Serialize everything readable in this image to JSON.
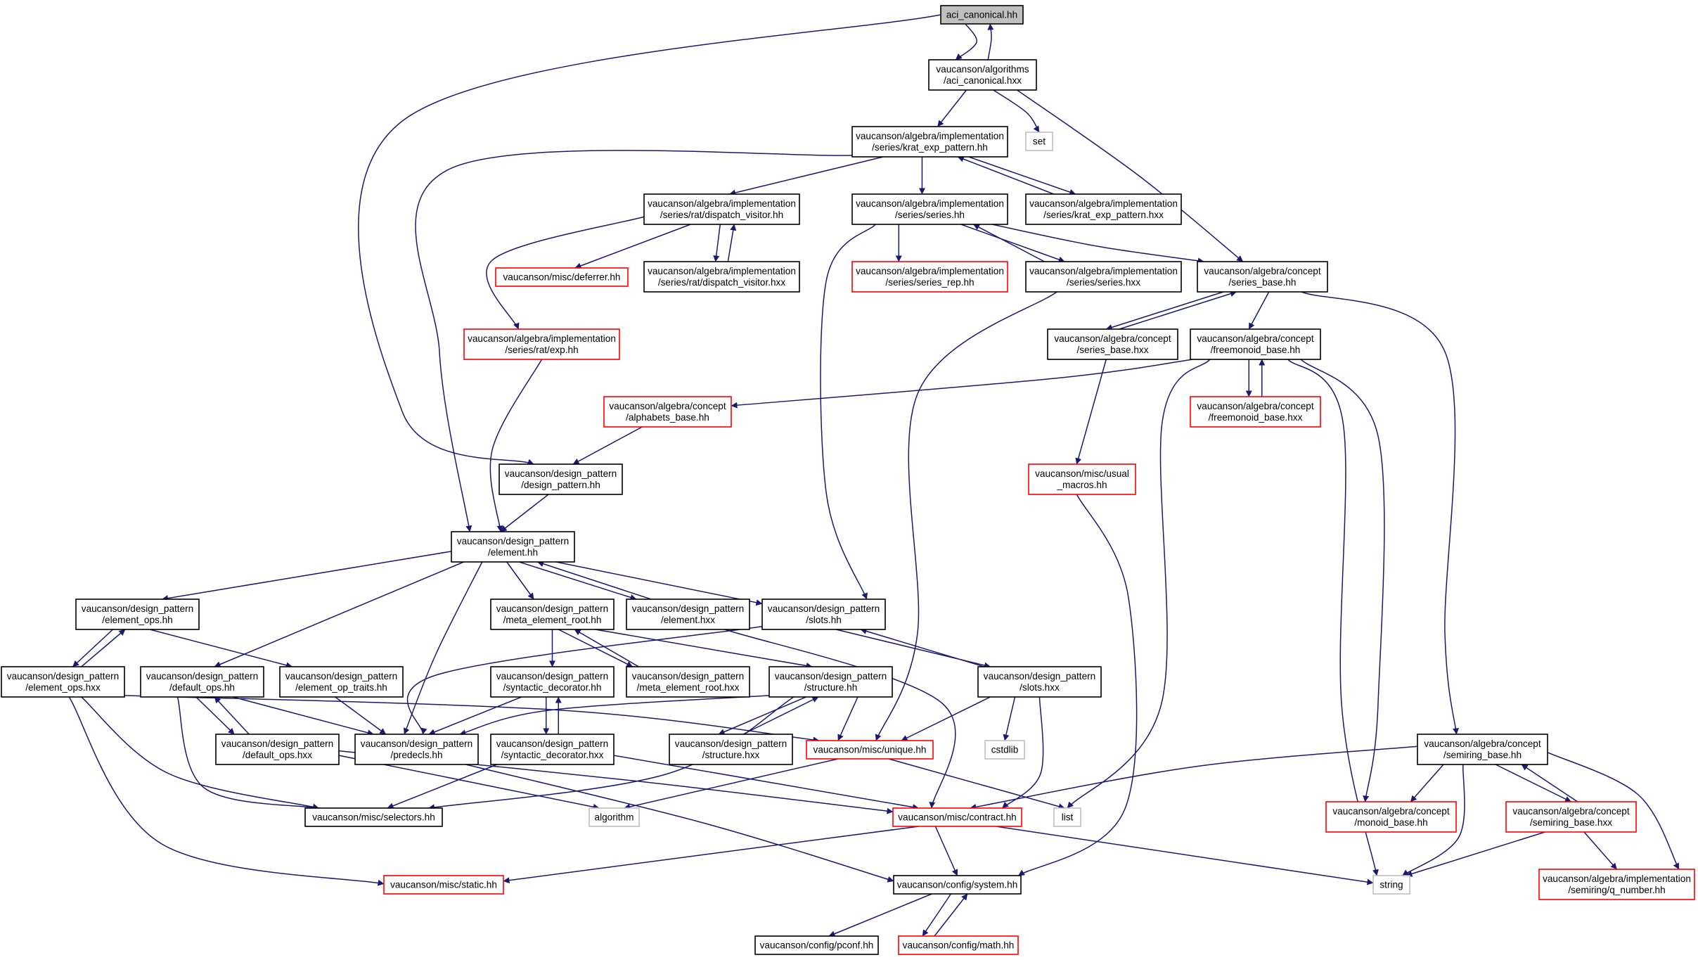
{
  "colors": {
    "edge": "#191970",
    "border_documented": "#000000",
    "border_undocumented": "#ff0000",
    "border_system": "#bfbfbf",
    "root_fill": "#bfbfbf",
    "node_fill": "#ffffff"
  },
  "nodes": [
    {
      "id": "n_aci_hh",
      "kind": "root",
      "lines": [
        "aci_canonical.hh"
      ]
    },
    {
      "id": "n_aci_hxx",
      "kind": "normal",
      "lines": [
        "vaucanson/algorithms",
        "/aci_canonical.hxx"
      ]
    },
    {
      "id": "n_set",
      "kind": "system",
      "lines": [
        "set"
      ]
    },
    {
      "id": "n_krat_hh",
      "kind": "normal",
      "lines": [
        "vaucanson/algebra/implementation",
        "/series/krat_exp_pattern.hh"
      ]
    },
    {
      "id": "n_dispatch_hh",
      "kind": "normal",
      "lines": [
        "vaucanson/algebra/implementation",
        "/series/rat/dispatch_visitor.hh"
      ]
    },
    {
      "id": "n_series_hh",
      "kind": "normal",
      "lines": [
        "vaucanson/algebra/implementation",
        "/series/series.hh"
      ]
    },
    {
      "id": "n_krat_hxx",
      "kind": "normal",
      "lines": [
        "vaucanson/algebra/implementation",
        "/series/krat_exp_pattern.hxx"
      ]
    },
    {
      "id": "n_deferrer",
      "kind": "red",
      "lines": [
        "vaucanson/misc/deferrer.hh"
      ]
    },
    {
      "id": "n_dispatch_hxx",
      "kind": "normal",
      "lines": [
        "vaucanson/algebra/implementation",
        "/series/rat/dispatch_visitor.hxx"
      ]
    },
    {
      "id": "n_series_rep",
      "kind": "red",
      "lines": [
        "vaucanson/algebra/implementation",
        "/series/series_rep.hh"
      ]
    },
    {
      "id": "n_series_hxx",
      "kind": "normal",
      "lines": [
        "vaucanson/algebra/implementation",
        "/series/series.hxx"
      ]
    },
    {
      "id": "n_series_base_hh",
      "kind": "normal",
      "lines": [
        "vaucanson/algebra/concept",
        "/series_base.hh"
      ]
    },
    {
      "id": "n_exp_hh",
      "kind": "red",
      "lines": [
        "vaucanson/algebra/implementation",
        "/series/rat/exp.hh"
      ]
    },
    {
      "id": "n_series_base_hxx",
      "kind": "normal",
      "lines": [
        "vaucanson/algebra/concept",
        "/series_base.hxx"
      ]
    },
    {
      "id": "n_freemonoid_hh",
      "kind": "normal",
      "lines": [
        "vaucanson/algebra/concept",
        "/freemonoid_base.hh"
      ]
    },
    {
      "id": "n_alphabets",
      "kind": "red",
      "lines": [
        "vaucanson/algebra/concept",
        "/alphabets_base.hh"
      ]
    },
    {
      "id": "n_freemonoid_hxx",
      "kind": "red",
      "lines": [
        "vaucanson/algebra/concept",
        "/freemonoid_base.hxx"
      ]
    },
    {
      "id": "n_design_pattern",
      "kind": "normal",
      "lines": [
        "vaucanson/design_pattern",
        "/design_pattern.hh"
      ]
    },
    {
      "id": "n_usual_macros",
      "kind": "red",
      "lines": [
        "vaucanson/misc/usual",
        "_macros.hh"
      ]
    },
    {
      "id": "n_element_hh",
      "kind": "normal",
      "lines": [
        "vaucanson/design_pattern",
        "/element.hh"
      ]
    },
    {
      "id": "n_element_ops_hh",
      "kind": "normal",
      "lines": [
        "vaucanson/design_pattern",
        "/element_ops.hh"
      ]
    },
    {
      "id": "n_meta_hh",
      "kind": "normal",
      "lines": [
        "vaucanson/design_pattern",
        "/meta_element_root.hh"
      ]
    },
    {
      "id": "n_element_hxx",
      "kind": "normal",
      "lines": [
        "vaucanson/design_pattern",
        "/element.hxx"
      ]
    },
    {
      "id": "n_slots_hh",
      "kind": "normal",
      "lines": [
        "vaucanson/design_pattern",
        "/slots.hh"
      ]
    },
    {
      "id": "n_element_ops_hxx",
      "kind": "normal",
      "lines": [
        "vaucanson/design_pattern",
        "/element_ops.hxx"
      ]
    },
    {
      "id": "n_default_ops_hh",
      "kind": "normal",
      "lines": [
        "vaucanson/design_pattern",
        "/default_ops.hh"
      ]
    },
    {
      "id": "n_op_traits",
      "kind": "normal",
      "lines": [
        "vaucanson/design_pattern",
        "/element_op_traits.hh"
      ]
    },
    {
      "id": "n_synt_hh",
      "kind": "normal",
      "lines": [
        "vaucanson/design_pattern",
        "/syntactic_decorator.hh"
      ]
    },
    {
      "id": "n_meta_hxx",
      "kind": "normal",
      "lines": [
        "vaucanson/design_pattern",
        "/meta_element_root.hxx"
      ]
    },
    {
      "id": "n_structure_hh",
      "kind": "normal",
      "lines": [
        "vaucanson/design_pattern",
        "/structure.hh"
      ]
    },
    {
      "id": "n_slots_hxx",
      "kind": "normal",
      "lines": [
        "vaucanson/design_pattern",
        "/slots.hxx"
      ]
    },
    {
      "id": "n_default_ops_hxx",
      "kind": "normal",
      "lines": [
        "vaucanson/design_pattern",
        "/default_ops.hxx"
      ]
    },
    {
      "id": "n_predecls",
      "kind": "normal",
      "lines": [
        "vaucanson/design_pattern",
        "/predecls.hh"
      ]
    },
    {
      "id": "n_synt_hxx",
      "kind": "normal",
      "lines": [
        "vaucanson/design_pattern",
        "/syntactic_decorator.hxx"
      ]
    },
    {
      "id": "n_structure_hxx",
      "kind": "normal",
      "lines": [
        "vaucanson/design_pattern",
        "/structure.hxx"
      ]
    },
    {
      "id": "n_unique",
      "kind": "red",
      "lines": [
        "vaucanson/misc/unique.hh"
      ]
    },
    {
      "id": "n_cstdlib",
      "kind": "system",
      "lines": [
        "cstdlib"
      ]
    },
    {
      "id": "n_semiring_hh",
      "kind": "normal",
      "lines": [
        "vaucanson/algebra/concept",
        "/semiring_base.hh"
      ]
    },
    {
      "id": "n_selectors",
      "kind": "normal",
      "lines": [
        "vaucanson/misc/selectors.hh"
      ]
    },
    {
      "id": "n_algorithm",
      "kind": "system",
      "lines": [
        "algorithm"
      ]
    },
    {
      "id": "n_contract",
      "kind": "red",
      "lines": [
        "vaucanson/misc/contract.hh"
      ]
    },
    {
      "id": "n_list",
      "kind": "system",
      "lines": [
        "list"
      ]
    },
    {
      "id": "n_monoid",
      "kind": "red",
      "lines": [
        "vaucanson/algebra/concept",
        "/monoid_base.hh"
      ]
    },
    {
      "id": "n_semiring_hxx",
      "kind": "red",
      "lines": [
        "vaucanson/algebra/concept",
        "/semiring_base.hxx"
      ]
    },
    {
      "id": "n_static",
      "kind": "red",
      "lines": [
        "vaucanson/misc/static.hh"
      ]
    },
    {
      "id": "n_system",
      "kind": "normal",
      "lines": [
        "vaucanson/config/system.hh"
      ]
    },
    {
      "id": "n_string",
      "kind": "system",
      "lines": [
        "string"
      ]
    },
    {
      "id": "n_q_number",
      "kind": "red",
      "lines": [
        "vaucanson/algebra/implementation",
        "/semiring/q_number.hh"
      ]
    },
    {
      "id": "n_pconf",
      "kind": "normal",
      "lines": [
        "vaucanson/config/pconf.hh"
      ]
    },
    {
      "id": "n_math",
      "kind": "red",
      "lines": [
        "vaucanson/config/math.hh"
      ]
    }
  ],
  "edges": [
    [
      "n_aci_hh",
      "n_aci_hxx"
    ],
    [
      "n_aci_hxx",
      "n_aci_hh"
    ],
    [
      "n_aci_hh",
      "n_design_pattern"
    ],
    [
      "n_aci_hxx",
      "n_set"
    ],
    [
      "n_aci_hxx",
      "n_krat_hh"
    ],
    [
      "n_aci_hxx",
      "n_series_base_hh"
    ],
    [
      "n_krat_hh",
      "n_dispatch_hh"
    ],
    [
      "n_krat_hh",
      "n_series_hh"
    ],
    [
      "n_krat_hh",
      "n_krat_hxx"
    ],
    [
      "n_krat_hxx",
      "n_krat_hh"
    ],
    [
      "n_krat_hh",
      "n_element_hh"
    ],
    [
      "n_dispatch_hh",
      "n_deferrer"
    ],
    [
      "n_dispatch_hh",
      "n_dispatch_hxx"
    ],
    [
      "n_dispatch_hxx",
      "n_dispatch_hh"
    ],
    [
      "n_dispatch_hh",
      "n_exp_hh"
    ],
    [
      "n_series_hh",
      "n_series_rep"
    ],
    [
      "n_series_hh",
      "n_series_hxx"
    ],
    [
      "n_series_hxx",
      "n_series_hh"
    ],
    [
      "n_series_hh",
      "n_series_base_hh"
    ],
    [
      "n_series_hh",
      "n_slots_hh"
    ],
    [
      "n_series_hxx",
      "n_unique"
    ],
    [
      "n_series_base_hh",
      "n_series_base_hxx"
    ],
    [
      "n_series_base_hxx",
      "n_series_base_hh"
    ],
    [
      "n_series_base_hh",
      "n_freemonoid_hh"
    ],
    [
      "n_series_base_hh",
      "n_semiring_hh"
    ],
    [
      "n_series_base_hxx",
      "n_usual_macros"
    ],
    [
      "n_freemonoid_hh",
      "n_freemonoid_hxx"
    ],
    [
      "n_freemonoid_hxx",
      "n_freemonoid_hh"
    ],
    [
      "n_freemonoid_hh",
      "n_alphabets"
    ],
    [
      "n_freemonoid_hh",
      "n_list"
    ],
    [
      "n_freemonoid_hh",
      "n_string"
    ],
    [
      "n_freemonoid_hh",
      "n_monoid"
    ],
    [
      "n_exp_hh",
      "n_element_hh"
    ],
    [
      "n_alphabets",
      "n_design_pattern"
    ],
    [
      "n_design_pattern",
      "n_element_hh"
    ],
    [
      "n_usual_macros",
      "n_system"
    ],
    [
      "n_element_hh",
      "n_element_ops_hh"
    ],
    [
      "n_element_hh",
      "n_meta_hh"
    ],
    [
      "n_element_hh",
      "n_element_hxx"
    ],
    [
      "n_element_hxx",
      "n_element_hh"
    ],
    [
      "n_element_hh",
      "n_slots_hh"
    ],
    [
      "n_element_hh",
      "n_default_ops_hh"
    ],
    [
      "n_element_hh",
      "n_predecls"
    ],
    [
      "n_element_ops_hh",
      "n_element_ops_hxx"
    ],
    [
      "n_element_ops_hxx",
      "n_element_ops_hh"
    ],
    [
      "n_element_ops_hh",
      "n_op_traits"
    ],
    [
      "n_meta_hh",
      "n_synt_hh"
    ],
    [
      "n_meta_hh",
      "n_meta_hxx"
    ],
    [
      "n_meta_hxx",
      "n_meta_hh"
    ],
    [
      "n_meta_hh",
      "n_structure_hh"
    ],
    [
      "n_element_hxx",
      "n_contract"
    ],
    [
      "n_slots_hh",
      "n_slots_hxx"
    ],
    [
      "n_slots_hxx",
      "n_slots_hh"
    ],
    [
      "n_slots_hh",
      "n_predecls"
    ],
    [
      "n_element_ops_hxx",
      "n_unique"
    ],
    [
      "n_element_ops_hxx",
      "n_selectors"
    ],
    [
      "n_element_ops_hxx",
      "n_static"
    ],
    [
      "n_default_ops_hh",
      "n_default_ops_hxx"
    ],
    [
      "n_default_ops_hxx",
      "n_default_ops_hh"
    ],
    [
      "n_default_ops_hh",
      "n_predecls"
    ],
    [
      "n_default_ops_hh",
      "n_selectors"
    ],
    [
      "n_op_traits",
      "n_predecls"
    ],
    [
      "n_synt_hh",
      "n_synt_hxx"
    ],
    [
      "n_synt_hxx",
      "n_synt_hh"
    ],
    [
      "n_synt_hh",
      "n_predecls"
    ],
    [
      "n_structure_hh",
      "n_structure_hxx"
    ],
    [
      "n_structure_hxx",
      "n_structure_hh"
    ],
    [
      "n_structure_hh",
      "n_predecls"
    ],
    [
      "n_structure_hh",
      "n_unique"
    ],
    [
      "n_structure_hh",
      "n_selectors"
    ],
    [
      "n_slots_hxx",
      "n_unique"
    ],
    [
      "n_slots_hxx",
      "n_cstdlib"
    ],
    [
      "n_slots_hxx",
      "n_contract"
    ],
    [
      "n_default_ops_hxx",
      "n_algorithm"
    ],
    [
      "n_default_ops_hxx",
      "n_contract"
    ],
    [
      "n_predecls",
      "n_system"
    ],
    [
      "n_synt_hxx",
      "n_selectors"
    ],
    [
      "n_synt_hxx",
      "n_contract"
    ],
    [
      "n_unique",
      "n_algorithm"
    ],
    [
      "n_unique",
      "n_list"
    ],
    [
      "n_semiring_hh",
      "n_contract"
    ],
    [
      "n_semiring_hh",
      "n_monoid"
    ],
    [
      "n_semiring_hh",
      "n_semiring_hxx"
    ],
    [
      "n_semiring_hxx",
      "n_semiring_hh"
    ],
    [
      "n_semiring_hh",
      "n_string"
    ],
    [
      "n_semiring_hh",
      "n_q_number"
    ],
    [
      "n_semiring_hxx",
      "n_string"
    ],
    [
      "n_semiring_hxx",
      "n_q_number"
    ],
    [
      "n_contract",
      "n_static"
    ],
    [
      "n_contract",
      "n_system"
    ],
    [
      "n_contract",
      "n_string"
    ],
    [
      "n_system",
      "n_pconf"
    ],
    [
      "n_system",
      "n_math"
    ],
    [
      "n_math",
      "n_system"
    ]
  ]
}
